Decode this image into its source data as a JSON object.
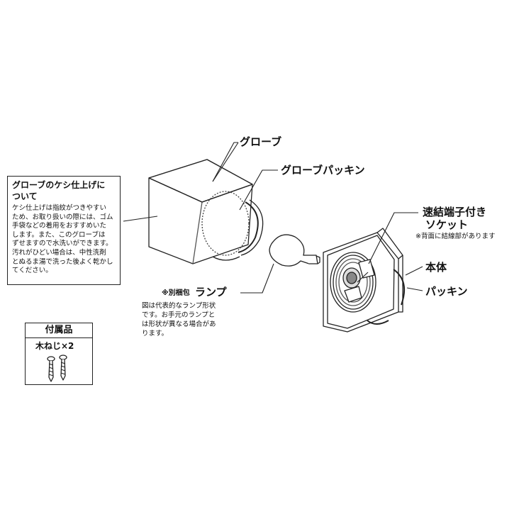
{
  "labels": {
    "globe": "グローブ",
    "globe_packing": "グローブパッキン",
    "socket_line1": "速結端子付き",
    "socket_line2": "ソケット",
    "socket_note": "※背面に結線部があります",
    "body": "本体",
    "packing": "パッキン",
    "lamp_prefix": "※別梱包",
    "lamp": "ランプ",
    "lamp_note_1": "図は代表的なランプ形状",
    "lamp_note_2": "です。お手元のランプと",
    "lamp_note_3": "は形状が異なる場合があ",
    "lamp_note_4": "ります。"
  },
  "note": {
    "title_1": "グローブのケシ仕上げに",
    "title_2": "ついて",
    "lines": [
      "ケシ仕上げは指紋がつきやすい",
      "ため、お取り扱いの際には、ゴム",
      "手袋などの着用をおすすめいた",
      "します。また、このグローブは",
      "ずせますので水洗いができます。",
      "汚れがひどい場合は、中性洗剤",
      "とぬるま湯で洗った後よく乾かし",
      "てください。"
    ]
  },
  "accessories": {
    "title": "付属品",
    "item": "木ねじ×2"
  }
}
